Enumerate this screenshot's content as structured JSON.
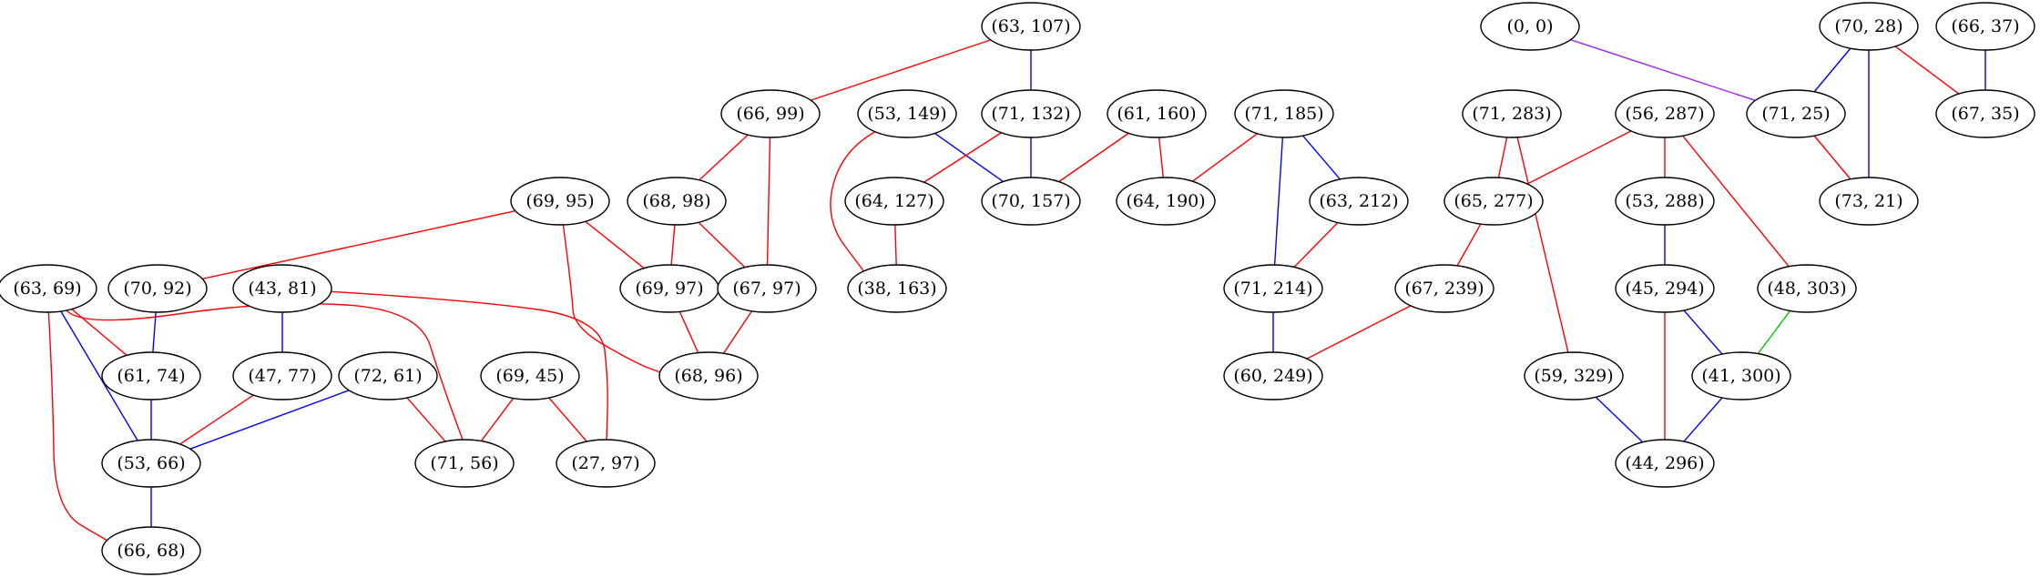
{
  "graph": {
    "nodes": [
      {
        "id": "63_107",
        "label": "(63, 107)"
      },
      {
        "id": "0_0",
        "label": "(0, 0)"
      },
      {
        "id": "70_28",
        "label": "(70, 28)"
      },
      {
        "id": "66_37",
        "label": "(66, 37)"
      },
      {
        "id": "66_99",
        "label": "(66, 99)"
      },
      {
        "id": "53_149",
        "label": "(53, 149)"
      },
      {
        "id": "71_132",
        "label": "(71, 132)"
      },
      {
        "id": "61_160",
        "label": "(61, 160)"
      },
      {
        "id": "71_185",
        "label": "(71, 185)"
      },
      {
        "id": "71_283",
        "label": "(71, 283)"
      },
      {
        "id": "56_287",
        "label": "(56, 287)"
      },
      {
        "id": "71_25",
        "label": "(71, 25)"
      },
      {
        "id": "67_35",
        "label": "(67, 35)"
      },
      {
        "id": "69_95",
        "label": "(69, 95)"
      },
      {
        "id": "68_98",
        "label": "(68, 98)"
      },
      {
        "id": "64_127",
        "label": "(64, 127)"
      },
      {
        "id": "70_157",
        "label": "(70, 157)"
      },
      {
        "id": "64_190",
        "label": "(64, 190)"
      },
      {
        "id": "63_212",
        "label": "(63, 212)"
      },
      {
        "id": "65_277",
        "label": "(65, 277)"
      },
      {
        "id": "53_288",
        "label": "(53, 288)"
      },
      {
        "id": "73_21",
        "label": "(73, 21)"
      },
      {
        "id": "63_69",
        "label": "(63, 69)"
      },
      {
        "id": "70_92",
        "label": "(70, 92)"
      },
      {
        "id": "43_81",
        "label": "(43, 81)"
      },
      {
        "id": "69_97",
        "label": "(69, 97)"
      },
      {
        "id": "67_97",
        "label": "(67, 97)"
      },
      {
        "id": "38_163",
        "label": "(38, 163)"
      },
      {
        "id": "71_214",
        "label": "(71, 214)"
      },
      {
        "id": "67_239",
        "label": "(67, 239)"
      },
      {
        "id": "45_294",
        "label": "(45, 294)"
      },
      {
        "id": "48_303",
        "label": "(48, 303)"
      },
      {
        "id": "61_74",
        "label": "(61, 74)"
      },
      {
        "id": "47_77",
        "label": "(47, 77)"
      },
      {
        "id": "72_61",
        "label": "(72, 61)"
      },
      {
        "id": "69_45",
        "label": "(69, 45)"
      },
      {
        "id": "68_96",
        "label": "(68, 96)"
      },
      {
        "id": "60_249",
        "label": "(60, 249)"
      },
      {
        "id": "59_329",
        "label": "(59, 329)"
      },
      {
        "id": "41_300",
        "label": "(41, 300)"
      },
      {
        "id": "53_66",
        "label": "(53, 66)"
      },
      {
        "id": "71_56",
        "label": "(71, 56)"
      },
      {
        "id": "27_97",
        "label": "(27, 97)"
      },
      {
        "id": "44_296",
        "label": "(44, 296)"
      },
      {
        "id": "66_68",
        "label": "(66, 68)"
      }
    ],
    "edges": [
      {
        "from": "63_107",
        "to": "66_99",
        "color": "#ff0000"
      },
      {
        "from": "63_107",
        "to": "71_132",
        "color": "#0000ff"
      },
      {
        "from": "66_99",
        "to": "68_98",
        "color": "#ff0000"
      },
      {
        "from": "66_99",
        "to": "67_97",
        "color": "#ff0000"
      },
      {
        "from": "53_149",
        "to": "38_163",
        "color": "#ff0000"
      },
      {
        "from": "53_149",
        "to": "70_157",
        "color": "#0000ff"
      },
      {
        "from": "71_132",
        "to": "64_127",
        "color": "#ff0000"
      },
      {
        "from": "71_132",
        "to": "70_157",
        "color": "#0000ff"
      },
      {
        "from": "61_160",
        "to": "70_157",
        "color": "#ff0000"
      },
      {
        "from": "61_160",
        "to": "64_190",
        "color": "#ff0000"
      },
      {
        "from": "71_185",
        "to": "64_190",
        "color": "#ff0000"
      },
      {
        "from": "71_185",
        "to": "63_212",
        "color": "#0000ff"
      },
      {
        "from": "71_185",
        "to": "71_214",
        "color": "#0000ff"
      },
      {
        "from": "71_283",
        "to": "65_277",
        "color": "#ff0000"
      },
      {
        "from": "71_283",
        "to": "59_329",
        "color": "#ff0000"
      },
      {
        "from": "56_287",
        "to": "65_277",
        "color": "#ff0000"
      },
      {
        "from": "56_287",
        "to": "53_288",
        "color": "#ff0000"
      },
      {
        "from": "56_287",
        "to": "48_303",
        "color": "#ff0000"
      },
      {
        "from": "0_0",
        "to": "71_25",
        "color": "#a020f0"
      },
      {
        "from": "70_28",
        "to": "71_25",
        "color": "#0000ff"
      },
      {
        "from": "70_28",
        "to": "73_21",
        "color": "#0000ff"
      },
      {
        "from": "70_28",
        "to": "67_35",
        "color": "#ff0000"
      },
      {
        "from": "66_37",
        "to": "67_35",
        "color": "#0000ff"
      },
      {
        "from": "71_25",
        "to": "73_21",
        "color": "#ff0000"
      },
      {
        "from": "69_95",
        "to": "70_92",
        "color": "#ff0000"
      },
      {
        "from": "69_95",
        "to": "69_97",
        "color": "#ff0000"
      },
      {
        "from": "69_95",
        "to": "68_96",
        "color": "#ff0000"
      },
      {
        "from": "68_98",
        "to": "69_97",
        "color": "#ff0000"
      },
      {
        "from": "68_98",
        "to": "67_97",
        "color": "#ff0000"
      },
      {
        "from": "64_127",
        "to": "38_163",
        "color": "#ff0000"
      },
      {
        "from": "63_212",
        "to": "71_214",
        "color": "#ff0000"
      },
      {
        "from": "65_277",
        "to": "67_239",
        "color": "#ff0000"
      },
      {
        "from": "53_288",
        "to": "45_294",
        "color": "#0000ff"
      },
      {
        "from": "63_69",
        "to": "61_74",
        "color": "#ff0000"
      },
      {
        "from": "63_69",
        "to": "53_66",
        "color": "#0000ff"
      },
      {
        "from": "63_69",
        "to": "66_68",
        "color": "#ff0000"
      },
      {
        "from": "63_69",
        "to": "71_56",
        "color": "#ff0000"
      },
      {
        "from": "70_92",
        "to": "61_74",
        "color": "#0000ff"
      },
      {
        "from": "43_81",
        "to": "47_77",
        "color": "#0000ff"
      },
      {
        "from": "43_81",
        "to": "27_97",
        "color": "#ff0000"
      },
      {
        "from": "69_97",
        "to": "68_96",
        "color": "#ff0000"
      },
      {
        "from": "67_97",
        "to": "68_96",
        "color": "#ff0000"
      },
      {
        "from": "71_214",
        "to": "60_249",
        "color": "#0000ff"
      },
      {
        "from": "67_239",
        "to": "60_249",
        "color": "#ff0000"
      },
      {
        "from": "45_294",
        "to": "41_300",
        "color": "#0000ff"
      },
      {
        "from": "45_294",
        "to": "44_296",
        "color": "#ff0000"
      },
      {
        "from": "48_303",
        "to": "41_300",
        "color": "#00cc00"
      },
      {
        "from": "61_74",
        "to": "53_66",
        "color": "#0000ff"
      },
      {
        "from": "47_77",
        "to": "53_66",
        "color": "#ff0000"
      },
      {
        "from": "72_61",
        "to": "53_66",
        "color": "#0000ff"
      },
      {
        "from": "72_61",
        "to": "71_56",
        "color": "#ff0000"
      },
      {
        "from": "69_45",
        "to": "71_56",
        "color": "#ff0000"
      },
      {
        "from": "69_45",
        "to": "27_97",
        "color": "#ff0000"
      },
      {
        "from": "59_329",
        "to": "44_296",
        "color": "#0000ff"
      },
      {
        "from": "41_300",
        "to": "44_296",
        "color": "#0000ff"
      },
      {
        "from": "53_66",
        "to": "66_68",
        "color": "#0000ff"
      }
    ]
  }
}
